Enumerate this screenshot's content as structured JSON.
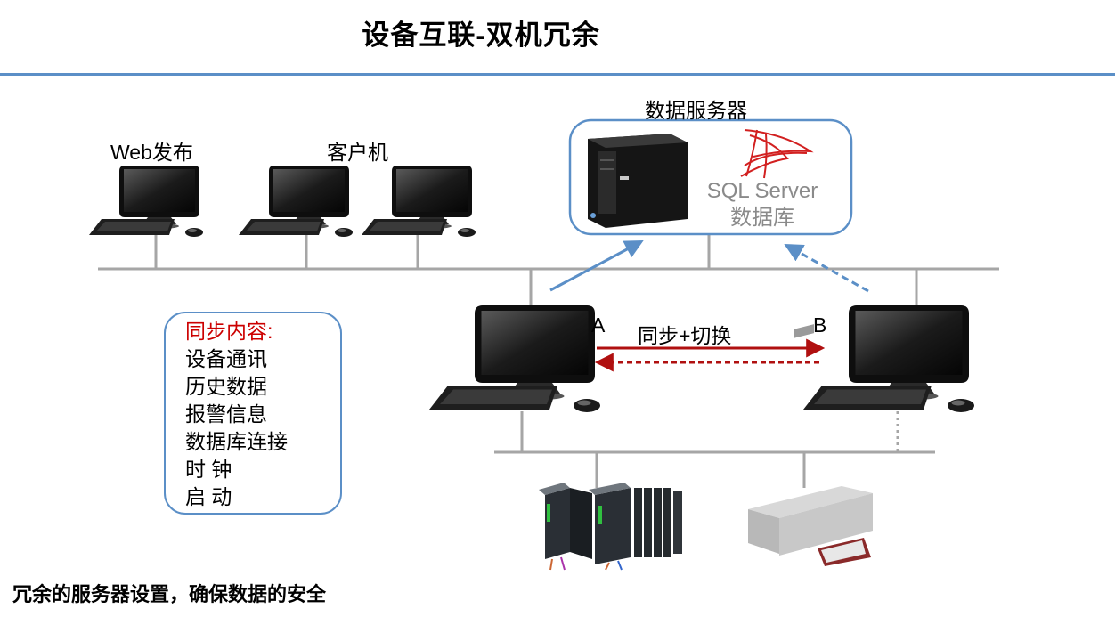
{
  "title": "设备互联-双机冗余",
  "labels": {
    "web_publish": "Web发布",
    "clients": "客户机",
    "data_server": "数据服务器",
    "sql_server": "SQL Server",
    "database": "数据库",
    "node_a": "A",
    "node_b": "B",
    "sync_switch": "同步+切换"
  },
  "sync_box": {
    "title": "同步内容:",
    "items": [
      "设备通讯",
      "历史数据",
      "报警信息",
      "数据库连接",
      "时 钟",
      "启 动"
    ]
  },
  "footer": "冗余的服务器设置，确保数据的安全",
  "colors": {
    "accent_blue": "#5b8fc7",
    "sync_red": "#b01010",
    "heading_red": "#cc0000"
  }
}
